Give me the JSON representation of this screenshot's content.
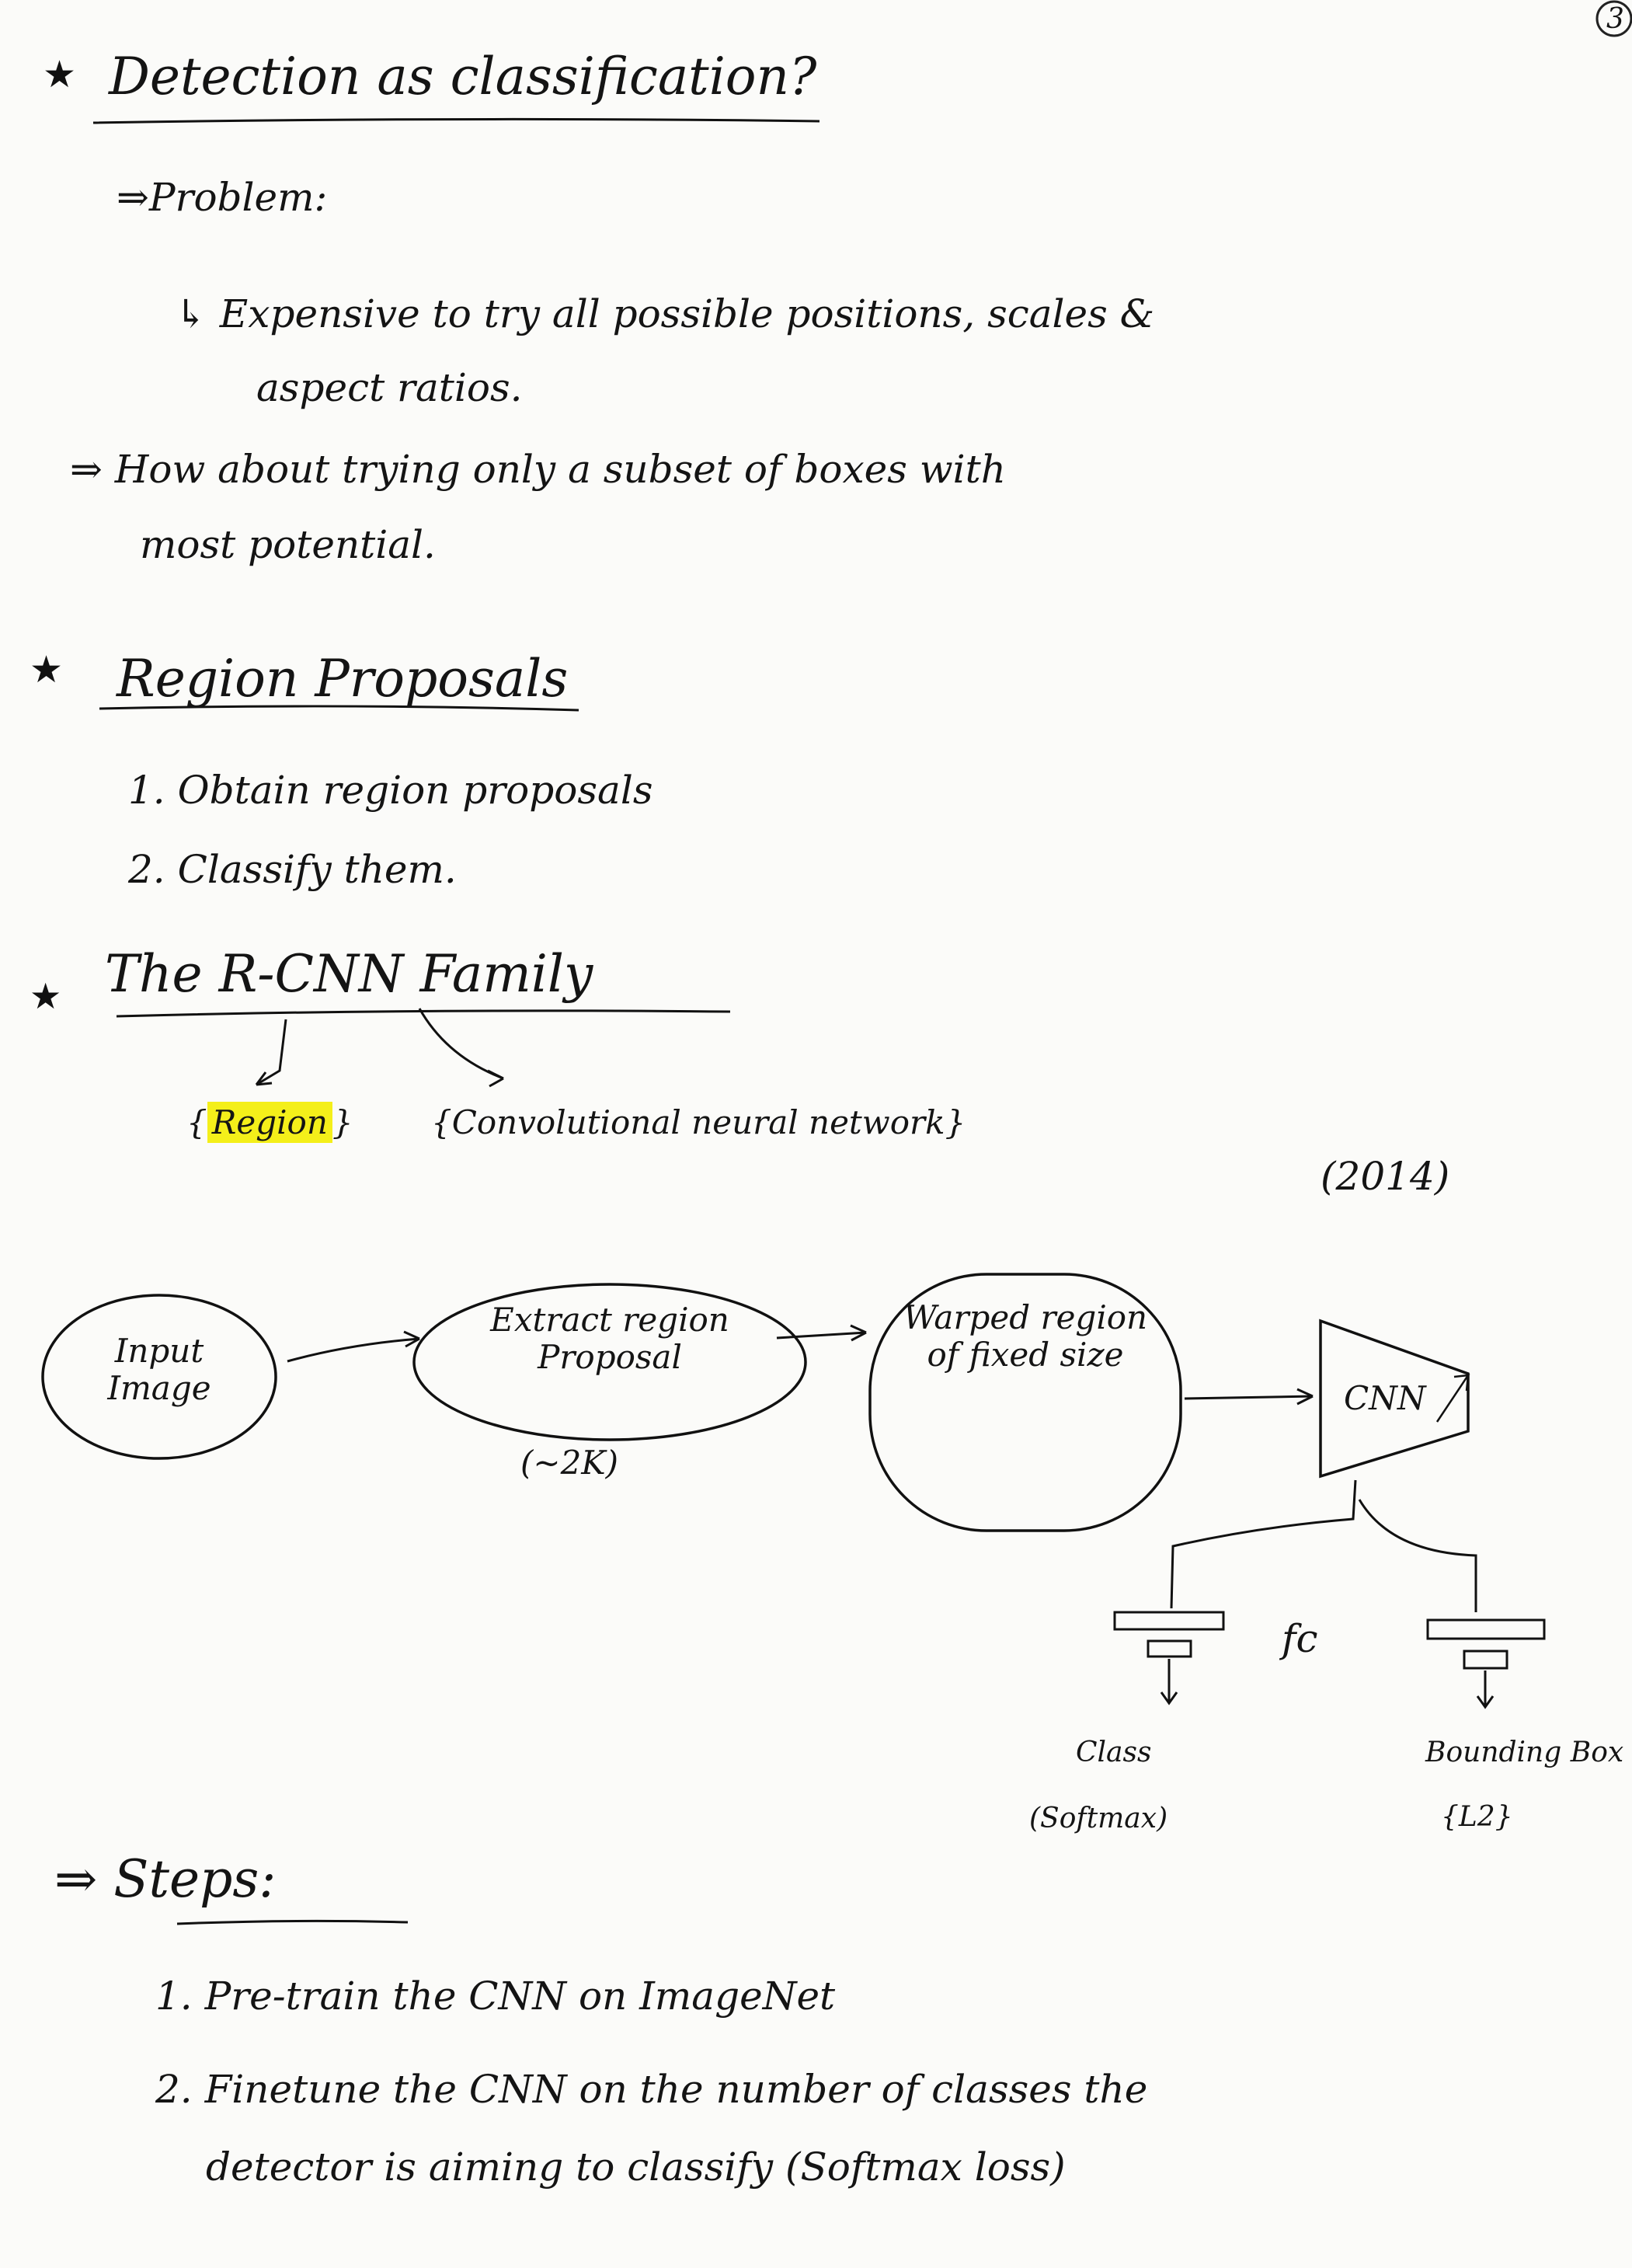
{
  "page_number": "3",
  "sections": {
    "detection": {
      "heading": "Detection as classification?",
      "problem_label": "⇒Problem:",
      "problem_text_1": "↳ Expensive to try all possible positions, scales &",
      "problem_text_2": "aspect ratios.",
      "idea_1": "⇒ How about trying only a subset of boxes with",
      "idea_2": "most potential."
    },
    "region": {
      "heading": "Region Proposals",
      "step_1": "1. Obtain region proposals",
      "step_2": "2. Classify them."
    },
    "rcnn": {
      "heading": "The R-CNN Family",
      "region_word": "Region",
      "cnn_expansion": "Convolutional neural network",
      "year": "(2014)"
    },
    "diagram": {
      "input_image": "Input Image",
      "extract": "Extract region Proposal",
      "extract_count": "(~2K)",
      "warped": "Warped region of fixed size",
      "cnn": "CNN",
      "fc": "fc",
      "class_label": "Class",
      "class_loss": "(Softmax)",
      "bbox_label": "Bounding Box",
      "bbox_loss": "{L2}"
    },
    "steps": {
      "heading": "⇒ Steps:",
      "step_1": "1. Pre-train the CNN on ImageNet",
      "step_2a": "2. Finetune the CNN on the number of classes the",
      "step_2b": "detector is aiming to classify (Softmax loss)"
    }
  }
}
